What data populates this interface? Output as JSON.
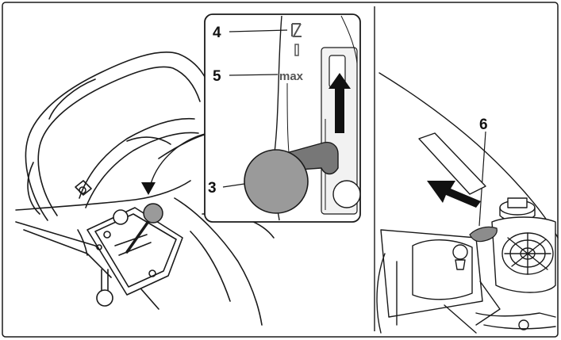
{
  "figure": {
    "callouts": [
      {
        "id": "4",
        "label": "4"
      },
      {
        "id": "5",
        "label": "5"
      },
      {
        "id": "3",
        "label": "3"
      },
      {
        "id": "6",
        "label": "6"
      }
    ],
    "inset": {
      "scale_max_label": "max"
    },
    "colors": {
      "line": "#1a1a1a",
      "knob_fill": "#9a9a9a",
      "lever_fill": "#777777",
      "arrow_fill": "#111111",
      "background": "#ffffff",
      "inset_panel": "#f2f2f2"
    }
  }
}
